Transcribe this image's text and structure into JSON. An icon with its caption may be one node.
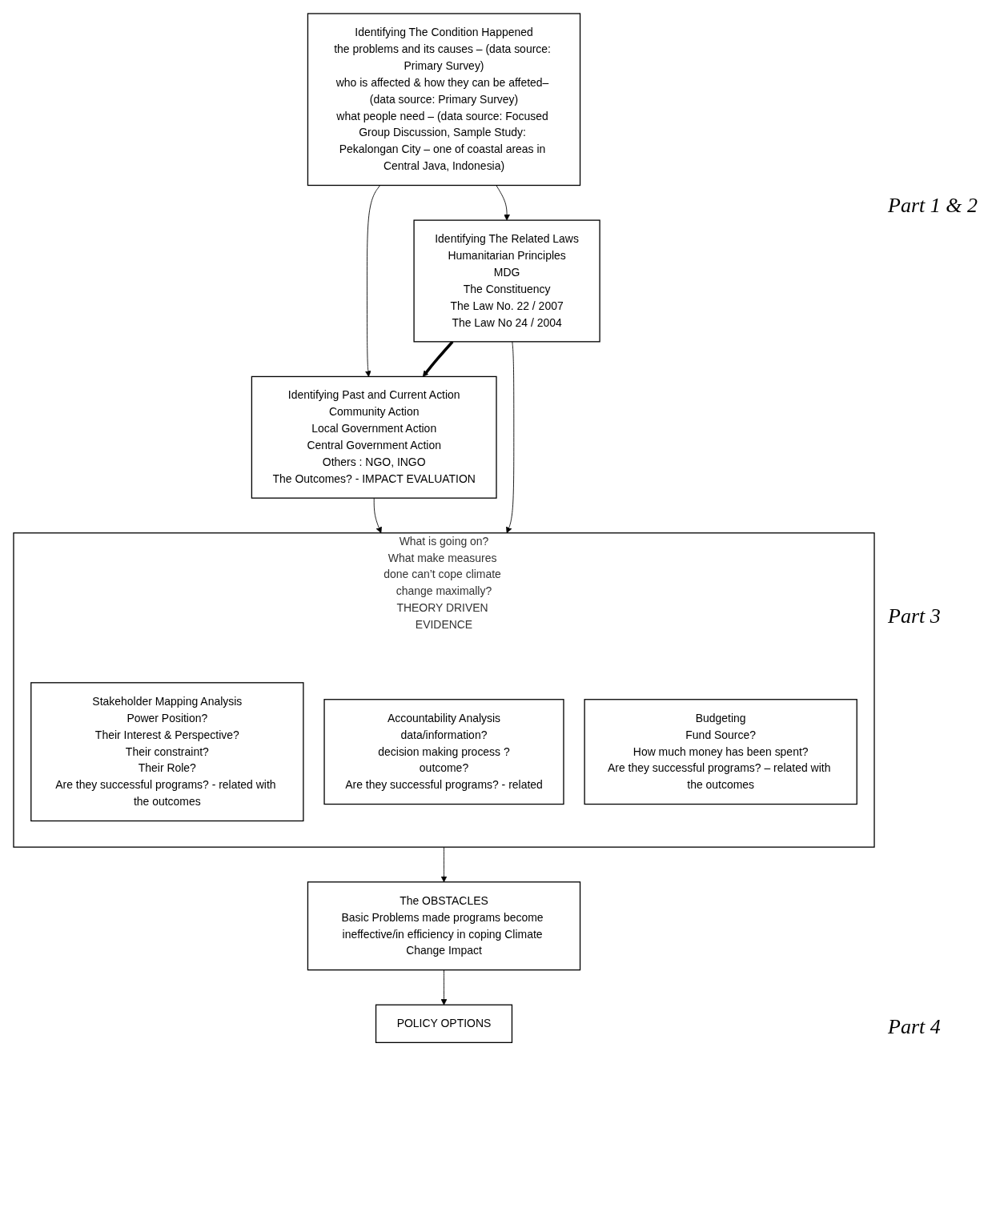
{
  "diagram": {
    "nodes": [
      {
        "text": [
          "Identifying The Condition Happened",
          "the problems and its causes – (data source: Primary Survey)",
          "who is affected & how they can be affeted– (data source: Primary Survey)",
          "what people need – (data source: Focused Group Discussion, Sample Study: Pekalongan City – one of coastal areas in Central Java, Indonesia)"
        ]
      },
      {
        "text": [
          "Identifying Past and Current Action",
          "Community Action",
          "Local Government Action",
          "Central Government Action",
          "Others : NGO, INGO",
          "The Outcomes? - IMPACT EVALUATION"
        ]
      },
      {
        "text": [
          "Identifying The Related Laws",
          "Humanitarian Principles",
          "MDG",
          "The Constituency",
          "The Law No. 22 / 2007",
          "The Law No 24 / 2004"
        ]
      },
      {
        "text": [
          "What is going on?",
          "What make measures done can’t cope climate change maximally?",
          "THEORY DRIVEN EVIDENCE"
        ]
      },
      {
        "text": [
          "Stakeholder Mapping Analysis",
          "Power Position?",
          "Their Interest & Perspective?",
          "Their constraint?",
          "Their Role?",
          "Are they successful programs? - related with the outcomes"
        ],
        "in": 3
      },
      {
        "text": [
          "Accountability Analysis",
          "data/information?",
          "decision making process ?",
          "outcome?",
          "Are they successful programs? - related"
        ],
        "in": 3
      },
      {
        "text": [
          "Budgeting",
          "Fund Source?",
          "How much money has been spent?",
          "Are they successful programs? – related with the outcomes"
        ],
        "in": 3
      },
      {
        "text": [
          "The OBSTACLES",
          "Basic Problems made programs become ineffective/in efficiency in coping Climate Change Impact"
        ]
      },
      {
        "text": [
          "POLICY OPTIONS"
        ]
      }
    ],
    "edges": [
      {
        "from": 0,
        "to": 1,
        "arrow": "to"
      },
      {
        "from": 0,
        "to": 2,
        "arrow": "to"
      },
      {
        "from": 2,
        "to": 1,
        "arrow": "to",
        "style": "thick"
      },
      {
        "from": 1,
        "to": 3,
        "arrow": "to"
      },
      {
        "from": 2,
        "to": 3,
        "arrow": "to"
      },
      {
        "from": 3,
        "to": 7,
        "arrow": "to"
      },
      {
        "from": 7,
        "to": 8,
        "arrow": "to"
      }
    ],
    "labels": [
      "Part 1 & 2",
      "Part 3",
      "Part 4"
    ]
  }
}
